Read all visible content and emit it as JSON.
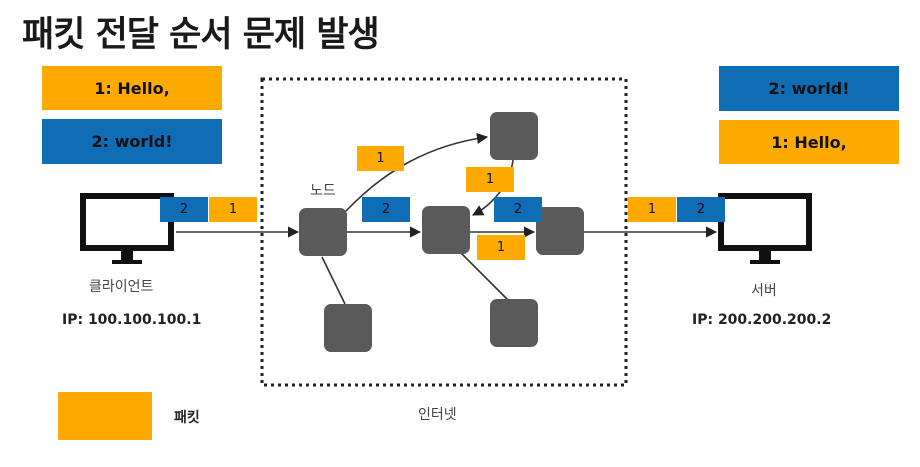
{
  "title": "패킷 전달 순서 문제 발생",
  "colors": {
    "packet_orange": "#FFAA00",
    "packet_blue": "#0F6DB6",
    "node": "#5A5A5A"
  },
  "client": {
    "messages": [
      "1: Hello,",
      "2:  world!"
    ],
    "label": "클라이언트",
    "ip": "IP: 100.100.100.1",
    "packets": [
      "2",
      "1"
    ]
  },
  "server": {
    "messages": [
      "2:  world!",
      "1: Hello,"
    ],
    "label": "서버",
    "ip": "IP: 200.200.200.2",
    "packets": [
      "1",
      "2"
    ]
  },
  "internet": {
    "label": "인터넷",
    "node_label": "노드",
    "packets": {
      "p_top": "1",
      "p_mid": "1",
      "p_lower": "1",
      "p_left2": "2",
      "p_right2": "2"
    }
  },
  "legend": {
    "label": "패킷",
    "icon": "orange-square"
  }
}
